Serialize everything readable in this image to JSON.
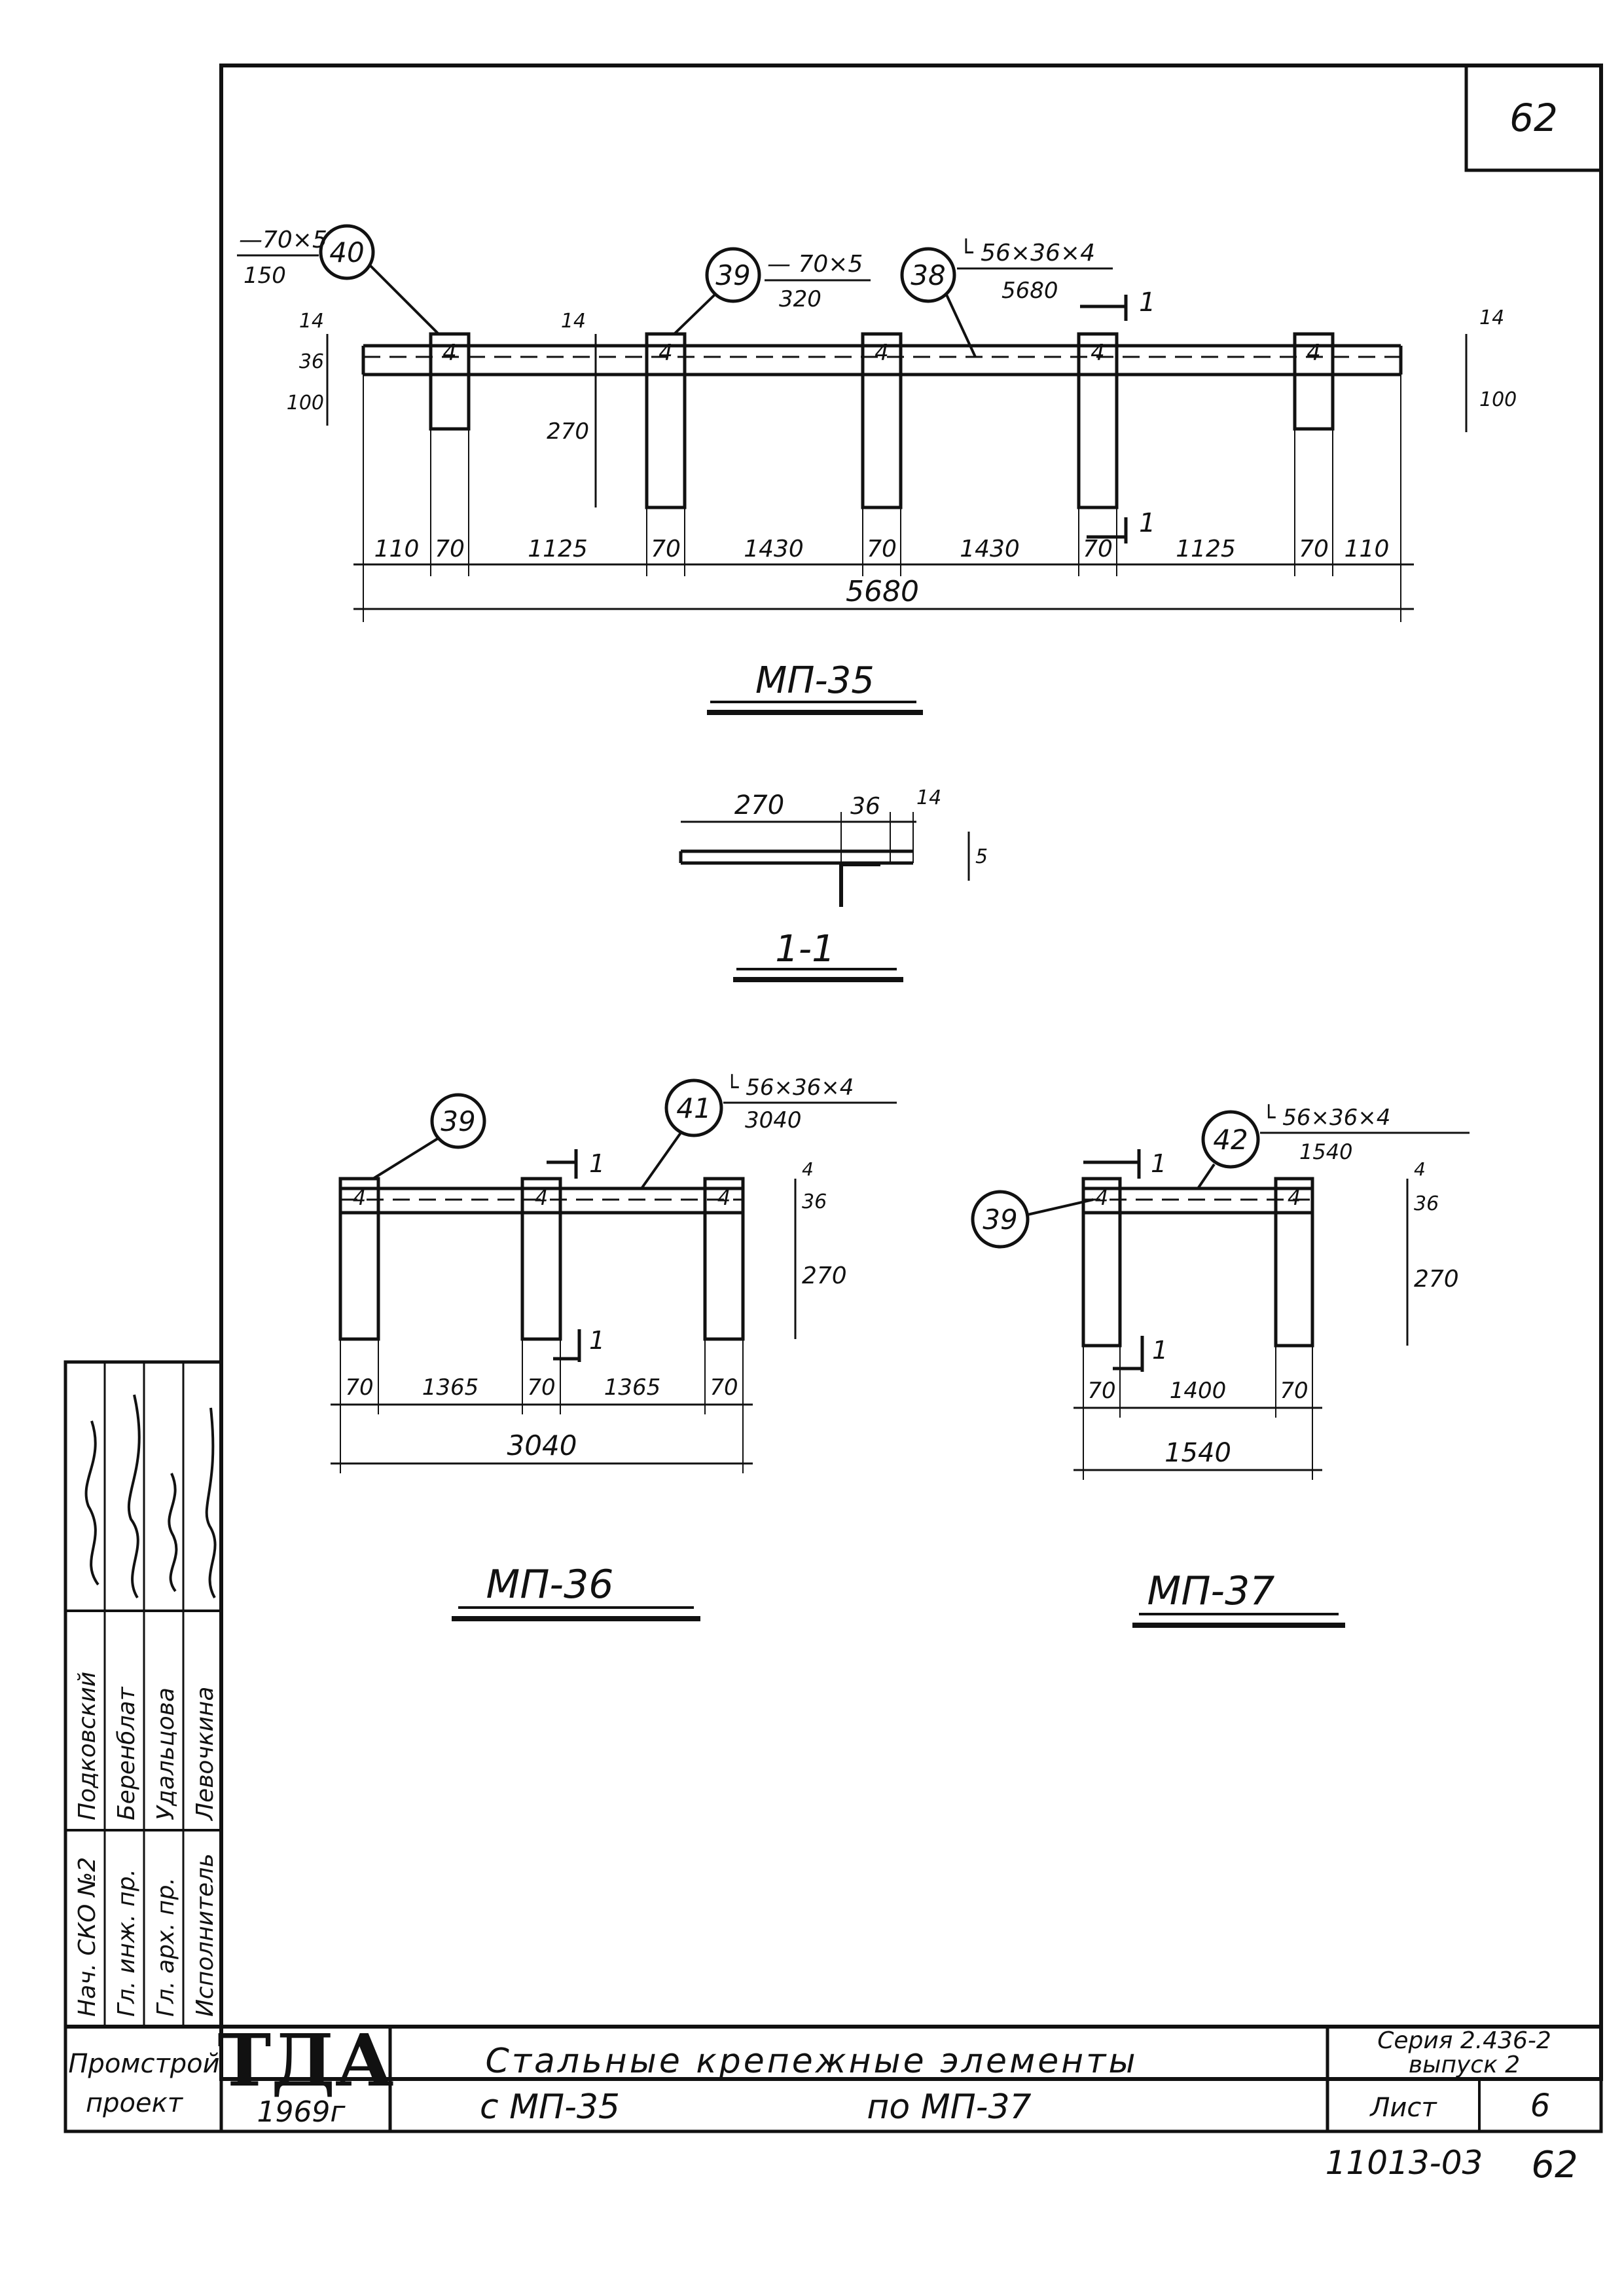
{
  "page_number": "62",
  "mp35": {
    "title": "МП-35",
    "marks": {
      "m40": "40",
      "m40_spec_top": "—70×5",
      "m40_spec_bot": "150",
      "m39": "39",
      "m39_spec_top": "— 70×5",
      "m39_spec_bot": "320",
      "m38": "38",
      "m38_spec_top": "└ 56×36×4",
      "m38_spec_bot": "5680"
    },
    "plate_label": "4",
    "section_mark": "1",
    "dims_bottom": [
      "110",
      "70",
      "1125",
      "70",
      "1430",
      "70",
      "1430",
      "70",
      "1125",
      "70",
      "110"
    ],
    "total": "5680",
    "left_dims": [
      "14",
      "36",
      "100"
    ],
    "mid_dim": "270",
    "right_dims": [
      "14",
      "100"
    ]
  },
  "section11": {
    "title": "1-1",
    "d270": "270",
    "d36": "36",
    "d14": "14",
    "d5": "5"
  },
  "mp36": {
    "title": "МП-36",
    "m39": "39",
    "m41": "41",
    "m41_spec_top": "└ 56×36×4",
    "m41_spec_bot": "3040",
    "plate_label": "4",
    "section_mark": "1",
    "dims_bottom": [
      "70",
      "1365",
      "70",
      "1365",
      "70"
    ],
    "total": "3040",
    "right_dims": [
      "4",
      "36",
      "270"
    ]
  },
  "mp37": {
    "title": "МП-37",
    "m39": "39",
    "m42": "42",
    "m42_spec_top": "└ 56×36×4",
    "m42_spec_bot": "1540",
    "plate_label": "4",
    "section_mark": "1",
    "dims_bottom": [
      "70",
      "1400",
      "70"
    ],
    "total": "1540",
    "right_dims": [
      "4",
      "36",
      "270"
    ]
  },
  "signatures": {
    "roles": [
      "Нач. СКО №2",
      "Гл. инж. пр.",
      "Гл. арх. пр.",
      "Исполнитель"
    ],
    "names": [
      "Подковский",
      "Беренблат",
      "Удальцова",
      "Левочкина"
    ]
  },
  "title_block": {
    "org_line1": "Промстрой",
    "org_line2": "проект",
    "logo": "ТДА",
    "year": "1969г",
    "title_line1": "Стальные крепежные элементы",
    "title_line2_a": "с МП-35",
    "title_line2_b": "по МП-37",
    "series_line1": "Серия 2.436-2",
    "series_line2": "выпуск 2",
    "sheet_label": "Лист",
    "sheet_number": "6",
    "doc_number": "11013-03",
    "doc_page": "62"
  }
}
